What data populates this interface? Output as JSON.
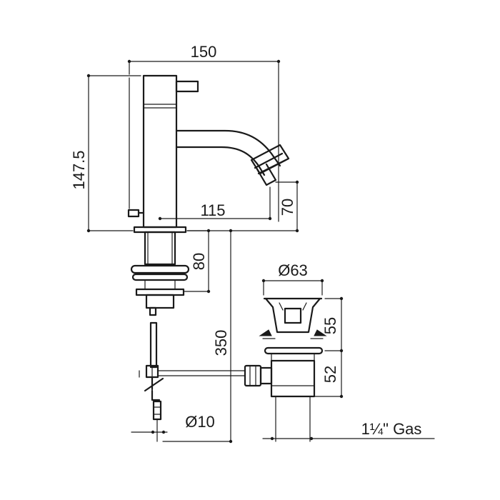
{
  "drawing": {
    "dimensions": {
      "width_total": "150",
      "height_total": "147.5",
      "spout_reach": "115",
      "spout_height": "70",
      "shank_length": "80",
      "supply_length": "350",
      "waste_diameter": "Ø63",
      "waste_height_upper": "55",
      "waste_height_lower": "52",
      "hose_diameter": "Ø10",
      "waste_thread": "1¼\" Gas"
    }
  }
}
